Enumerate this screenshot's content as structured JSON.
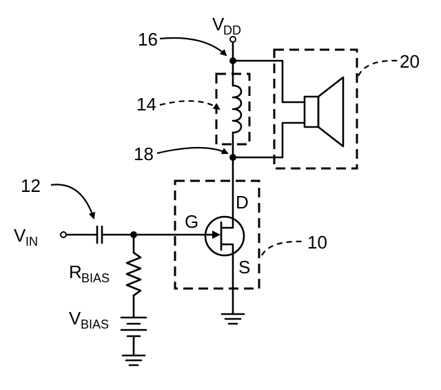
{
  "supply": {
    "label": "V",
    "sub": "DD"
  },
  "input": {
    "label": "V",
    "sub": "IN"
  },
  "bias_resistor": {
    "label": "R",
    "sub": "BIAS"
  },
  "bias_voltage": {
    "label": "V",
    "sub": "BIAS"
  },
  "transistor": {
    "gate": "G",
    "drain": "D",
    "source": "S"
  },
  "references": {
    "transistor_box": "10",
    "capacitor": "12",
    "inductor_box": "14",
    "supply_node": "16",
    "drain_node": "18",
    "speaker_box": "20"
  }
}
